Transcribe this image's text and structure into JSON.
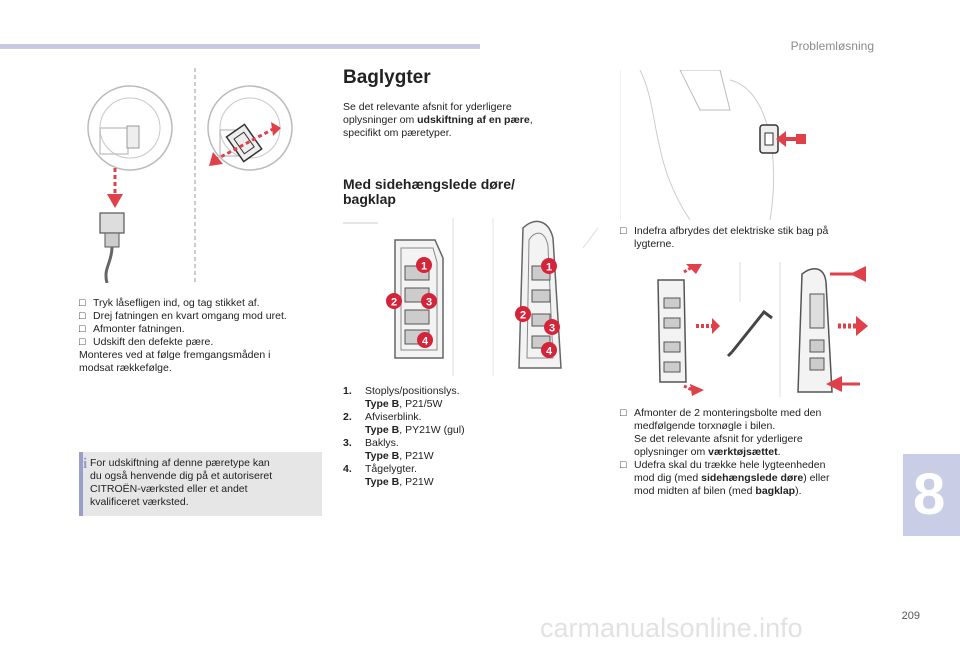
{
  "header": {
    "section_title": "Problemløsning",
    "chapter_number": "8",
    "page_number": "209"
  },
  "left_column": {
    "steps": [
      "Tryk låsefligen ind, og tag stikket af.",
      "Drej fatningen en kvart omgang mod uret.",
      "Afmonter fatningen.",
      "Udskift den defekte pære."
    ],
    "steps_note_1": "Monteres ved at følge fremgangsmåden i",
    "steps_note_2": "modsat rækkefølge.",
    "info_lines": [
      "For udskiftning af denne pæretype kan",
      "du også henvende dig på et autoriseret",
      "CITROËN-værksted eller et andet",
      "kvalificeret værksted."
    ]
  },
  "middle_column": {
    "title": "Baglygter",
    "intro_1": "Se det relevante afsnit for yderligere",
    "intro_2_pre": "oplysninger om ",
    "intro_2_bold": "udskiftning af en pære",
    "intro_2_post": ",",
    "intro_3": "specifikt om pæretyper.",
    "subtitle_1": "Med sidehængslede døre/",
    "subtitle_2": "bagklap",
    "callouts": [
      "1",
      "2",
      "3",
      "4"
    ],
    "lamps": [
      {
        "num": "1.",
        "name": "Stoplys/positionslys.",
        "type_label": "Type B",
        "type_value": ", P21/5W"
      },
      {
        "num": "2.",
        "name": "Afviserblink.",
        "type_label": "Type B",
        "type_value": ", PY21W (gul)"
      },
      {
        "num": "3.",
        "name": "Baklys.",
        "type_label": "Type B",
        "type_value": ", P21W"
      },
      {
        "num": "4.",
        "name": "Tågelygter.",
        "type_label": "Type B",
        "type_value": ", P21W"
      }
    ]
  },
  "right_column": {
    "step_disconnect_1": "Indefra afbrydes det elektriske stik bag på",
    "step_disconnect_2": "lygterne.",
    "step_bolts_1": "Afmonter de 2 monteringsbolte med den",
    "step_bolts_2": "medfølgende torxnøgle i bilen.",
    "step_bolts_3": "Se det relevante afsnit for yderligere",
    "step_bolts_4_pre": "oplysninger om ",
    "step_bolts_4_bold": "værktøjsættet",
    "step_bolts_4_post": ".",
    "step_pull_1": "Udefra skal du trække hele lygteenheden",
    "step_pull_2_pre": "mod dig (med ",
    "step_pull_2_bold": "sidehængslede døre",
    "step_pull_2_post": ") eller",
    "step_pull_3_pre": "mod midten af bilen (med ",
    "step_pull_3_bold": "bagklap",
    "step_pull_3_post": ")."
  },
  "footer": {
    "watermark": "carmanualsonline.info"
  },
  "colors": {
    "accent": "#c6cbe3",
    "callout_red": "#d4243a",
    "arrow_red": "#e0404a",
    "info_bar": "#9a9fca",
    "info_bg": "#e6e6e6"
  }
}
